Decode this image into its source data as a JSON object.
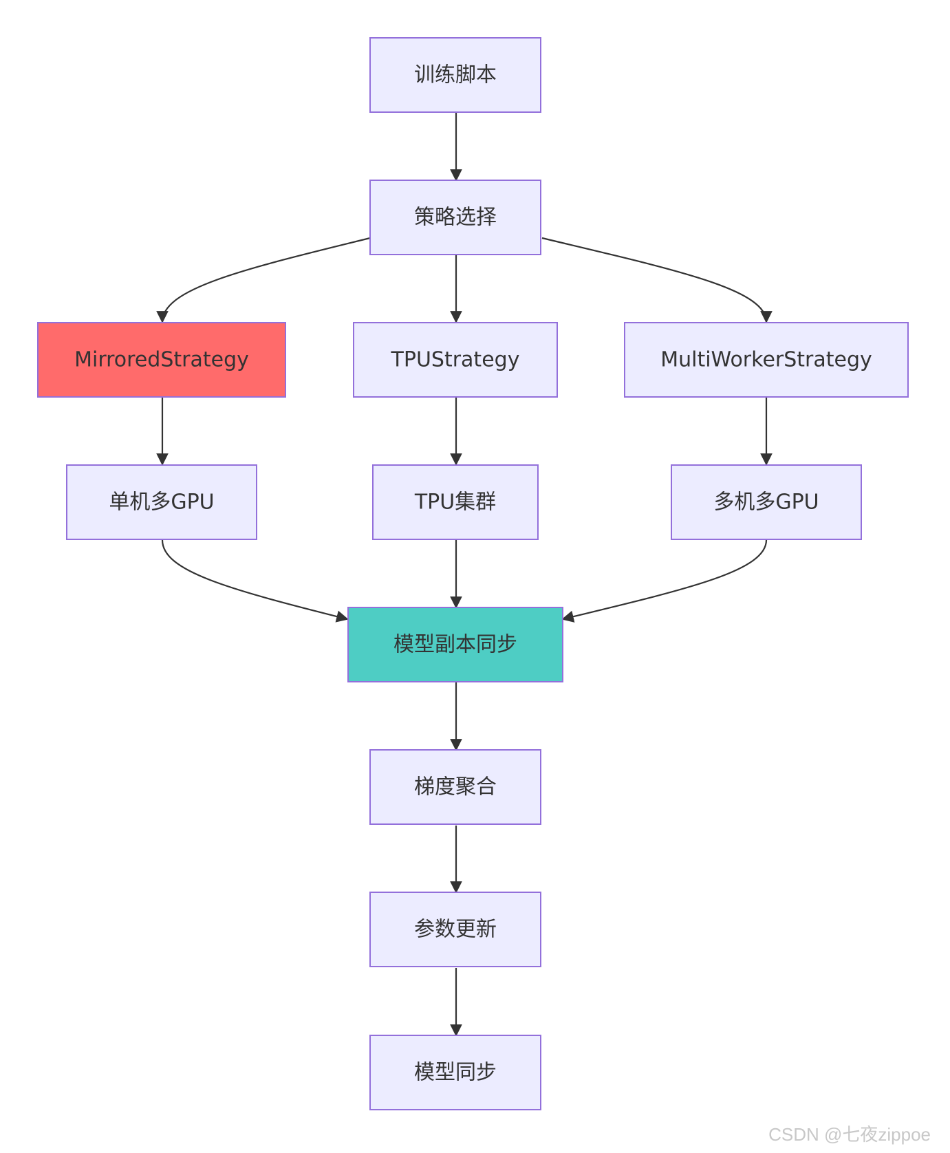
{
  "colors": {
    "default_fill": "#ECECFF",
    "default_stroke": "#9370DB",
    "highlight_red": "#FF6B6B",
    "highlight_teal": "#4ECDC4",
    "edge": "#333333"
  },
  "nodes": {
    "script": {
      "label": "训练脚本"
    },
    "strategy": {
      "label": "策略选择"
    },
    "mirrored": {
      "label": "MirroredStrategy"
    },
    "tpu": {
      "label": "TPUStrategy"
    },
    "multiworker": {
      "label": "MultiWorkerStrategy"
    },
    "single_gpu": {
      "label": "单机多GPU"
    },
    "tpu_cluster": {
      "label": "TPU集群"
    },
    "multi_gpu": {
      "label": "多机多GPU"
    },
    "replica_sync": {
      "label": "模型副本同步"
    },
    "grad_agg": {
      "label": "梯度聚合"
    },
    "param_update": {
      "label": "参数更新"
    },
    "model_sync": {
      "label": "模型同步"
    }
  },
  "watermark": "CSDN @七夜zippoe"
}
